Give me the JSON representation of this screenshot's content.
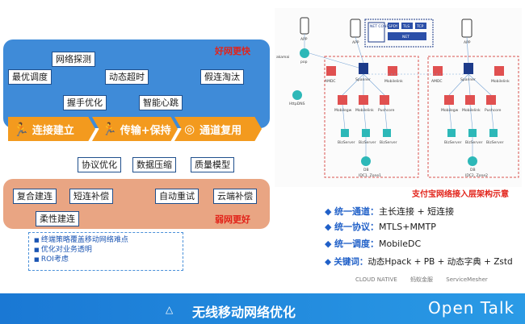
{
  "top_panel": {
    "title": "好网更快",
    "labels": [
      "网络探测",
      "最优调度",
      "动态超时",
      "假连淘汰",
      "握手优化",
      "智能心跳"
    ]
  },
  "arrow_band": {
    "stages": [
      "连接建立",
      "传输+保持",
      "通道复用"
    ]
  },
  "middle_labels": [
    "协议优化",
    "数据压缩",
    "质量模型"
  ],
  "bottom_panel": {
    "title": "弱网更好",
    "labels": [
      "复合建连",
      "短连补偿",
      "自动重试",
      "云端补偿",
      "柔性建连"
    ]
  },
  "notes": [
    "终端策略覆盖移动网络难点",
    "优化对业务透明",
    "ROI考虑"
  ],
  "architecture": {
    "caption": "支付宝网络接入层架构示意",
    "nodes": {
      "app": "APP",
      "akamai": "akamai",
      "pop": "pop",
      "httpdns": "HttpDNS",
      "amdc": "AMDC",
      "spanner": "Spanner",
      "mobilelink": "Mobilelink",
      "mobilegw": "Mobilegw",
      "pushcore": "Pushcore",
      "bizserver": "BizServer",
      "db": "DB",
      "idc1": "IDC1, Zone1",
      "idc2": "IDC2, Zone2",
      "net_conf": "NET CONF ROL",
      "spdy": "SPDY",
      "tls": "TLS",
      "tcp": "TCP",
      "net": "NET"
    }
  },
  "bullets": [
    {
      "key": "统一通道：",
      "value": "主长连接 + 短连接"
    },
    {
      "key": "统一协议：",
      "value": "MTLS+MMTP"
    },
    {
      "key": "统一调度：",
      "value": "MobileDC"
    },
    {
      "key": "关键词：",
      "value": "动态Hpack + PB + 动态字典 + Zstd"
    }
  ],
  "logos": [
    "CLOUD NATIVE",
    "蚂蚁金服",
    "ServiceMesher"
  ],
  "footer": {
    "title": "无线移动网络优化",
    "brand": "Open Talk",
    "triangle": "△"
  },
  "colors": {
    "top_panel": "#3f8bd8",
    "bottom_panel": "#e8a07c",
    "arrow": "#f39a1e",
    "accent_red": "#e2231a",
    "footer": "#1a78d4"
  }
}
